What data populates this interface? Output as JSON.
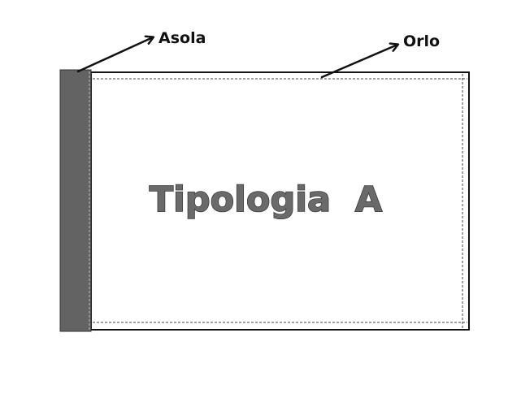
{
  "diagram": {
    "title": "Tipologia  A",
    "callouts": {
      "asola": "Asola",
      "orlo": "Orlo"
    },
    "colors": {
      "sleeve": "#636363",
      "outline": "#111111",
      "stitch": "#444444",
      "title_fill": "#6a6a6a",
      "title_stroke": "#3c3c3c"
    }
  }
}
